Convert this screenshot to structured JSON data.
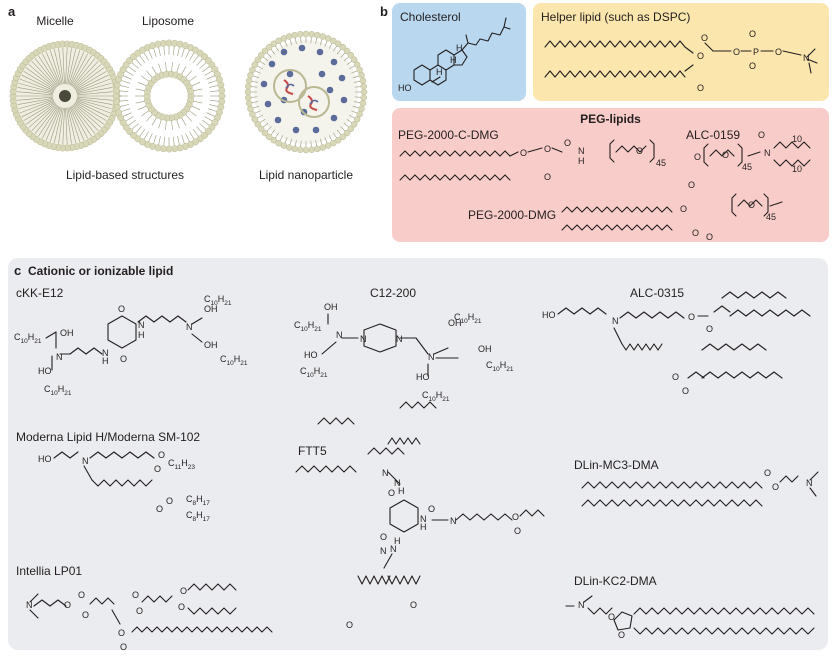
{
  "panel_a": {
    "label": "a",
    "micelle": "Micelle",
    "liposome": "Liposome",
    "lipid_structures": "Lipid-based structures",
    "lipid_nanoparticle": "Lipid nanoparticle"
  },
  "panel_b": {
    "label": "b",
    "cholesterol": "Cholesterol",
    "helper_lipid": "Helper lipid (such as DSPC)",
    "peg_lipids": "PEG-lipids",
    "peg_c_dmg": "PEG-2000-C-DMG",
    "alc_0159": "ALC-0159",
    "peg_dmg": "PEG-2000-DMG"
  },
  "panel_c": {
    "label": "c",
    "title": "Cationic or ionizable lipid",
    "ckk": "cKK-E12",
    "c12": "C12-200",
    "alc0315": "ALC-0315",
    "moderna": "Moderna Lipid H/Moderna SM-102",
    "ftt5": "FTT5",
    "mc3": "DLin-MC3-DMA",
    "lp01": "Intellia LP01",
    "kc2": "DLin-KC2-DMA"
  },
  "colors": {
    "cholesterol_bg": "#b9d7ee",
    "helper_bg": "#fbe6ae",
    "peg_bg": "#f8cdc9",
    "panel_c_bg": "#ebecef",
    "lipid_head": "#d8d7b8",
    "mrna_blue": "#5b6b9a",
    "mrna_red": "#c84a4a"
  },
  "atoms": {
    "o": "O",
    "n": "N",
    "h": "H",
    "ho": "HO",
    "oh": "OH",
    "p": "P",
    "c10h21": "C10H21",
    "c11h23": "C11H23",
    "c8h17": "C8H17",
    "n45": "45",
    "n10": "10"
  }
}
